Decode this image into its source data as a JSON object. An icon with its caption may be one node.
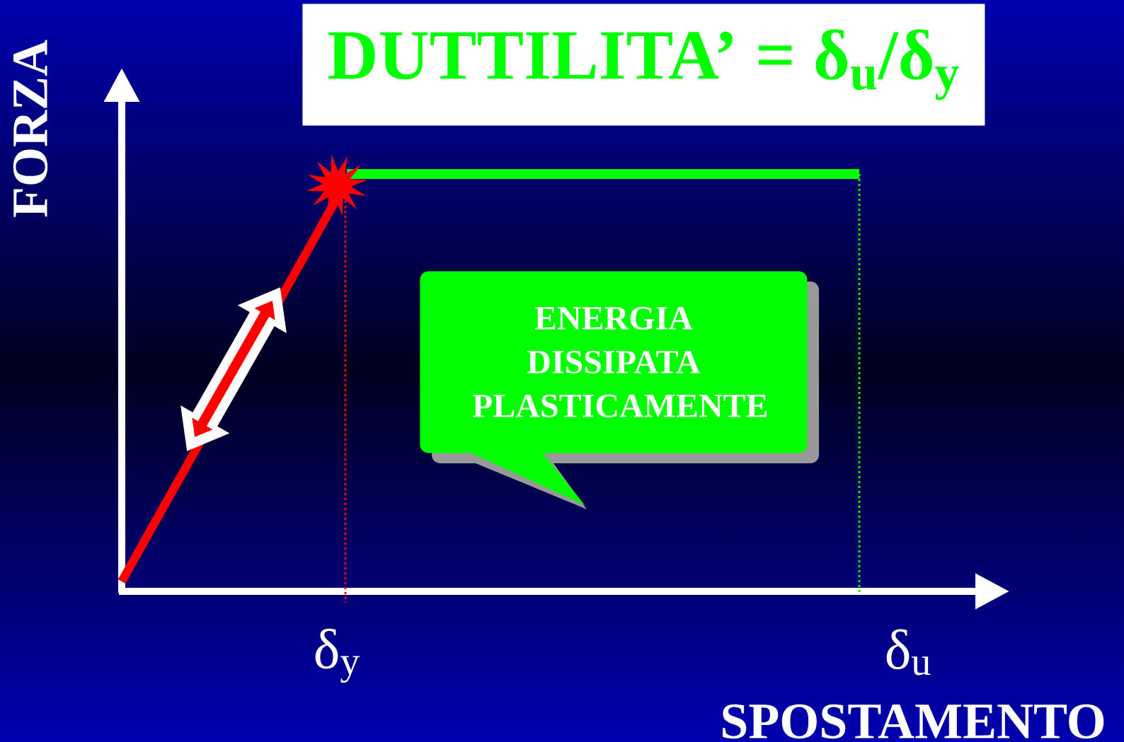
{
  "diagram": {
    "title": "DUTTILITA’ = δ$_{u}$/δ$_{y}$",
    "nodes": [
      {
        "text": [
          "ENERGIA DISSIPATA PLASTICAMENTE"
        ]
      }
    ],
    "edges": [],
    "labels": [
      "FORZA",
      "δ$_{y}$",
      "δ$_{u}$",
      "SPOSTAMENTO"
    ]
  }
}
